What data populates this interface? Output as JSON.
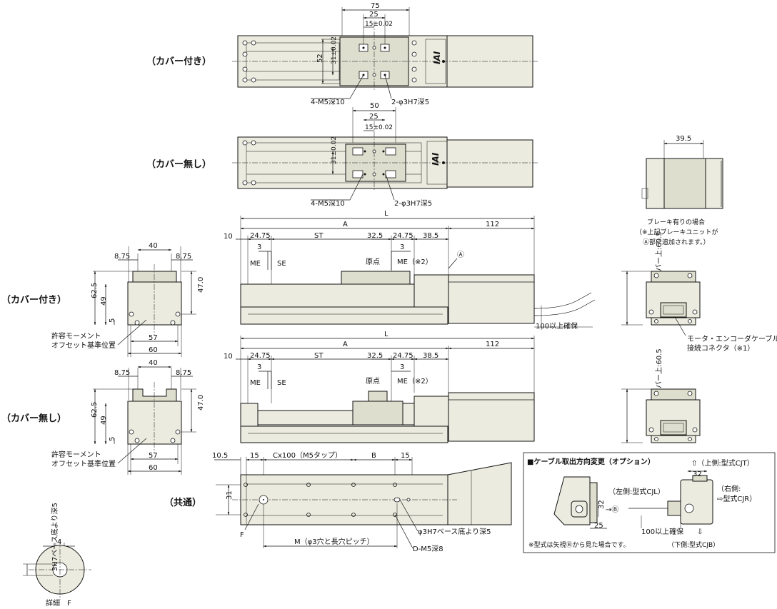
{
  "labels": {
    "with_cover": "（カバー付き）",
    "without_cover": "（カバー無し）",
    "common": "（共通）"
  },
  "top_view_cover": {
    "d75": "75",
    "d25": "25",
    "d15": "15±0.02",
    "d52": "52",
    "d31": "31±0.02",
    "tap": "4-M5深10",
    "pin": "2-φ3H7深5",
    "brand": "IAI"
  },
  "top_view_nocover": {
    "d50": "50",
    "d25": "25",
    "d15": "15±0.02",
    "d31": "31±0.02",
    "tap": "4-M5深10",
    "pin": "2-φ3H7深5",
    "brand": "IAI"
  },
  "brake": {
    "d39_5": "39.5",
    "note1": "ブレーキ有りの場合",
    "note2": "（※上記ブレーキユニットが",
    "note3": "Ⓐ部に追加されます。）"
  },
  "side_cover": {
    "L": "L",
    "A": "A",
    "d112": "112",
    "d10": "10",
    "d24_75a": "24.75",
    "ST": "ST",
    "d32_5": "32.5",
    "d24_75b": "24.75",
    "d38_5": "38.5",
    "d3a": "3",
    "d3b": "3",
    "ME": "ME",
    "SE": "SE",
    "origin": "原点",
    "ME2": "ME（※2）",
    "markA": "Ⓐ",
    "cable": "100以上確保"
  },
  "side_nocover": {
    "L": "L",
    "A": "A",
    "d112": "112",
    "d10": "10",
    "d24_75a": "24.75",
    "ST": "ST",
    "d32_5": "32.5",
    "d24_75b": "24.75",
    "d38_5": "38.5",
    "d3a": "3",
    "d3b": "3",
    "ME": "ME",
    "SE": "SE",
    "origin": "原点",
    "ME2": "ME（※2）"
  },
  "end_cover": {
    "d8_75a": "8.75",
    "d40": "40",
    "d8_75b": "8.75",
    "d62_5": "62.5",
    "d49": "49",
    "d47": "47.0",
    "d5": "5",
    "d57": "57",
    "d60": "60",
    "note1": "許容モーメント",
    "note2": "オフセット基準位置"
  },
  "end_nocover": {
    "d8_75a": "8.75",
    "d40": "40",
    "d8_75b": "8.75",
    "d62_5": "62.5",
    "d49": "49",
    "d47": "47.0",
    "d5": "5",
    "d57": "57",
    "d60": "60",
    "note1": "許容モーメント",
    "note2": "オフセット基準位置"
  },
  "motor_end_cover": {
    "height": "モータカバー上:60.5",
    "connector1": "モータ・エンコーダケーブル",
    "connector2": "接続コネクタ（※1）"
  },
  "motor_end_nocover": {
    "height": "モータカバー上:60.5"
  },
  "bottom_view": {
    "d10_5": "10.5",
    "d15a": "15",
    "cx": "Cx100（M5タップ）",
    "B": "B",
    "d15b": "15",
    "d31": "31",
    "F": "F",
    "M": "M（φ3穴と長穴ピッチ）",
    "pin": "φ3H7ベース底より深5",
    "tap": "D-M5深8"
  },
  "detail": {
    "d4": "4",
    "depth": "3H7ベース底より深5",
    "title": "詳細　F"
  },
  "cable_option": {
    "title": "■ケーブル取出方向変更（オプション）",
    "top": "⇧（上側:型式CJT）",
    "left": "（左側:型式CJL）",
    "right1": "（右側:",
    "right2": "⇨型式CJR）",
    "markB": "→Ⓑ",
    "d32a": "32",
    "d32b": "32",
    "d25": "25",
    "cable": "100以上確保",
    "arrow_down": "⇩",
    "note": "※型式は矢視Ⓑから見た場合です。",
    "bottom": "（下側:型式CJB）"
  }
}
